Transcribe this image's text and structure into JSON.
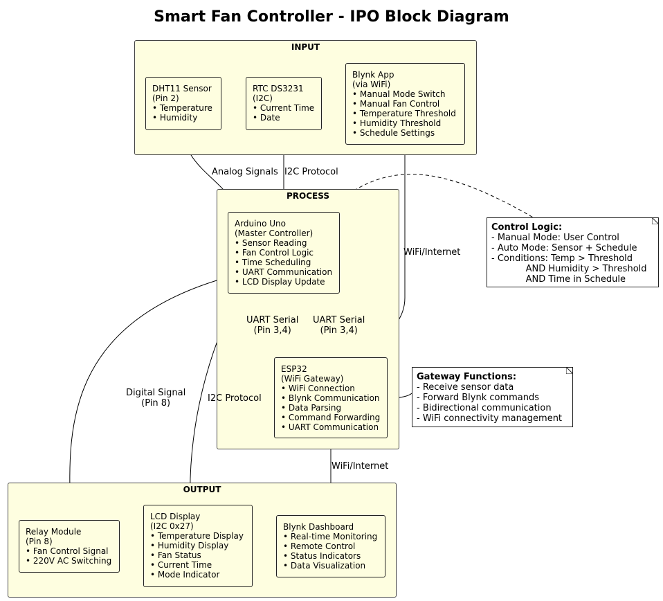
{
  "title": "Smart Fan Controller - IPO Block Diagram",
  "groups": {
    "input": {
      "label": "INPUT",
      "components": {
        "dht11": [
          "DHT11 Sensor",
          "(Pin 2)",
          "• Temperature",
          "• Humidity"
        ],
        "rtc": [
          "RTC DS3231",
          "(I2C)",
          "• Current Time",
          "• Date"
        ],
        "blynk_app": [
          "Blynk App",
          "(via WiFi)",
          "• Manual Mode Switch",
          "• Manual Fan Control",
          "• Temperature Threshold",
          "• Humidity Threshold",
          "• Schedule Settings"
        ]
      }
    },
    "process": {
      "label": "PROCESS",
      "components": {
        "arduino": [
          "Arduino Uno",
          "(Master Controller)",
          "• Sensor Reading",
          "• Fan Control Logic",
          "• Time Scheduling",
          "• UART Communication",
          "• LCD Display Update"
        ],
        "esp32": [
          "ESP32",
          "(WiFi Gateway)",
          "• WiFi Connection",
          "• Blynk Communication",
          "• Data Parsing",
          "• Command Forwarding",
          "• UART Communication"
        ]
      }
    },
    "output": {
      "label": "OUTPUT",
      "components": {
        "relay": [
          "Relay Module",
          "(Pin 8)",
          "• Fan Control Signal",
          "• 220V AC Switching"
        ],
        "lcd": [
          "LCD Display",
          "(I2C 0x27)",
          "• Temperature Display",
          "• Humidity Display",
          "• Fan Status",
          "• Current Time",
          "• Mode Indicator"
        ],
        "blynk_dashboard": [
          "Blynk Dashboard",
          "• Real-time Monitoring",
          "• Remote Control",
          "• Status Indicators",
          "• Data Visualization"
        ]
      }
    }
  },
  "edges": {
    "dht_to_arduino": "Analog Signals",
    "rtc_to_arduino": "I2C Protocol",
    "blynk_app_to_esp32": "WiFi/Internet",
    "arduino_to_esp32": "UART Serial\n(Pin 3,4)",
    "esp32_to_arduino": "UART Serial\n(Pin 3,4)",
    "arduino_to_relay": "Digital Signal\n(Pin 8)",
    "arduino_to_lcd": "I2C Protocol",
    "esp32_to_dashboard": "WiFi/Internet"
  },
  "notes": {
    "control_logic": {
      "title": "Control Logic:",
      "lines": [
        "- Manual Mode: User Control",
        "- Auto Mode: Sensor + Schedule",
        "- Conditions: Temp > Threshold",
        "            AND Humidity > Threshold",
        "            AND Time in Schedule"
      ]
    },
    "gateway_functions": {
      "title": "Gateway Functions:",
      "lines": [
        "- Receive sensor data",
        "- Forward Blynk commands",
        "- Bidirectional communication",
        "- WiFi connectivity management"
      ]
    }
  }
}
